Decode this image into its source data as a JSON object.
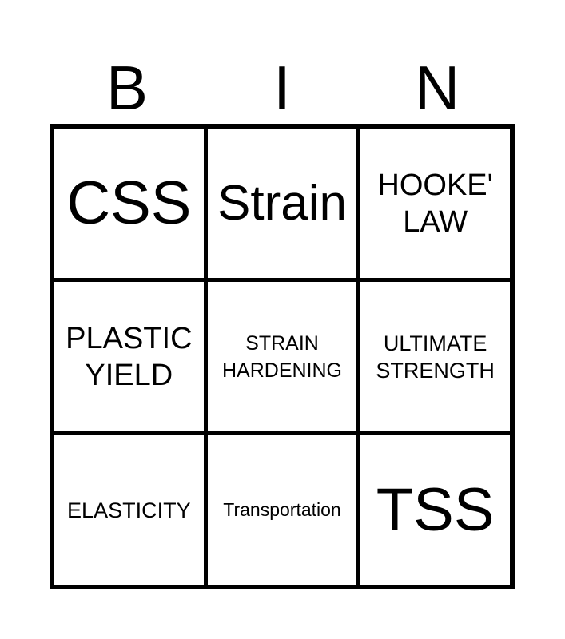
{
  "header": [
    "B",
    "I",
    "N"
  ],
  "cells": [
    "CSS",
    "Strain",
    "HOOKE' LAW",
    "PLASTIC YIELD",
    "STRAIN HARDENING",
    "ULTIMATE STRENGTH",
    "ELASTICITY",
    "Transportation",
    "TSS"
  ]
}
